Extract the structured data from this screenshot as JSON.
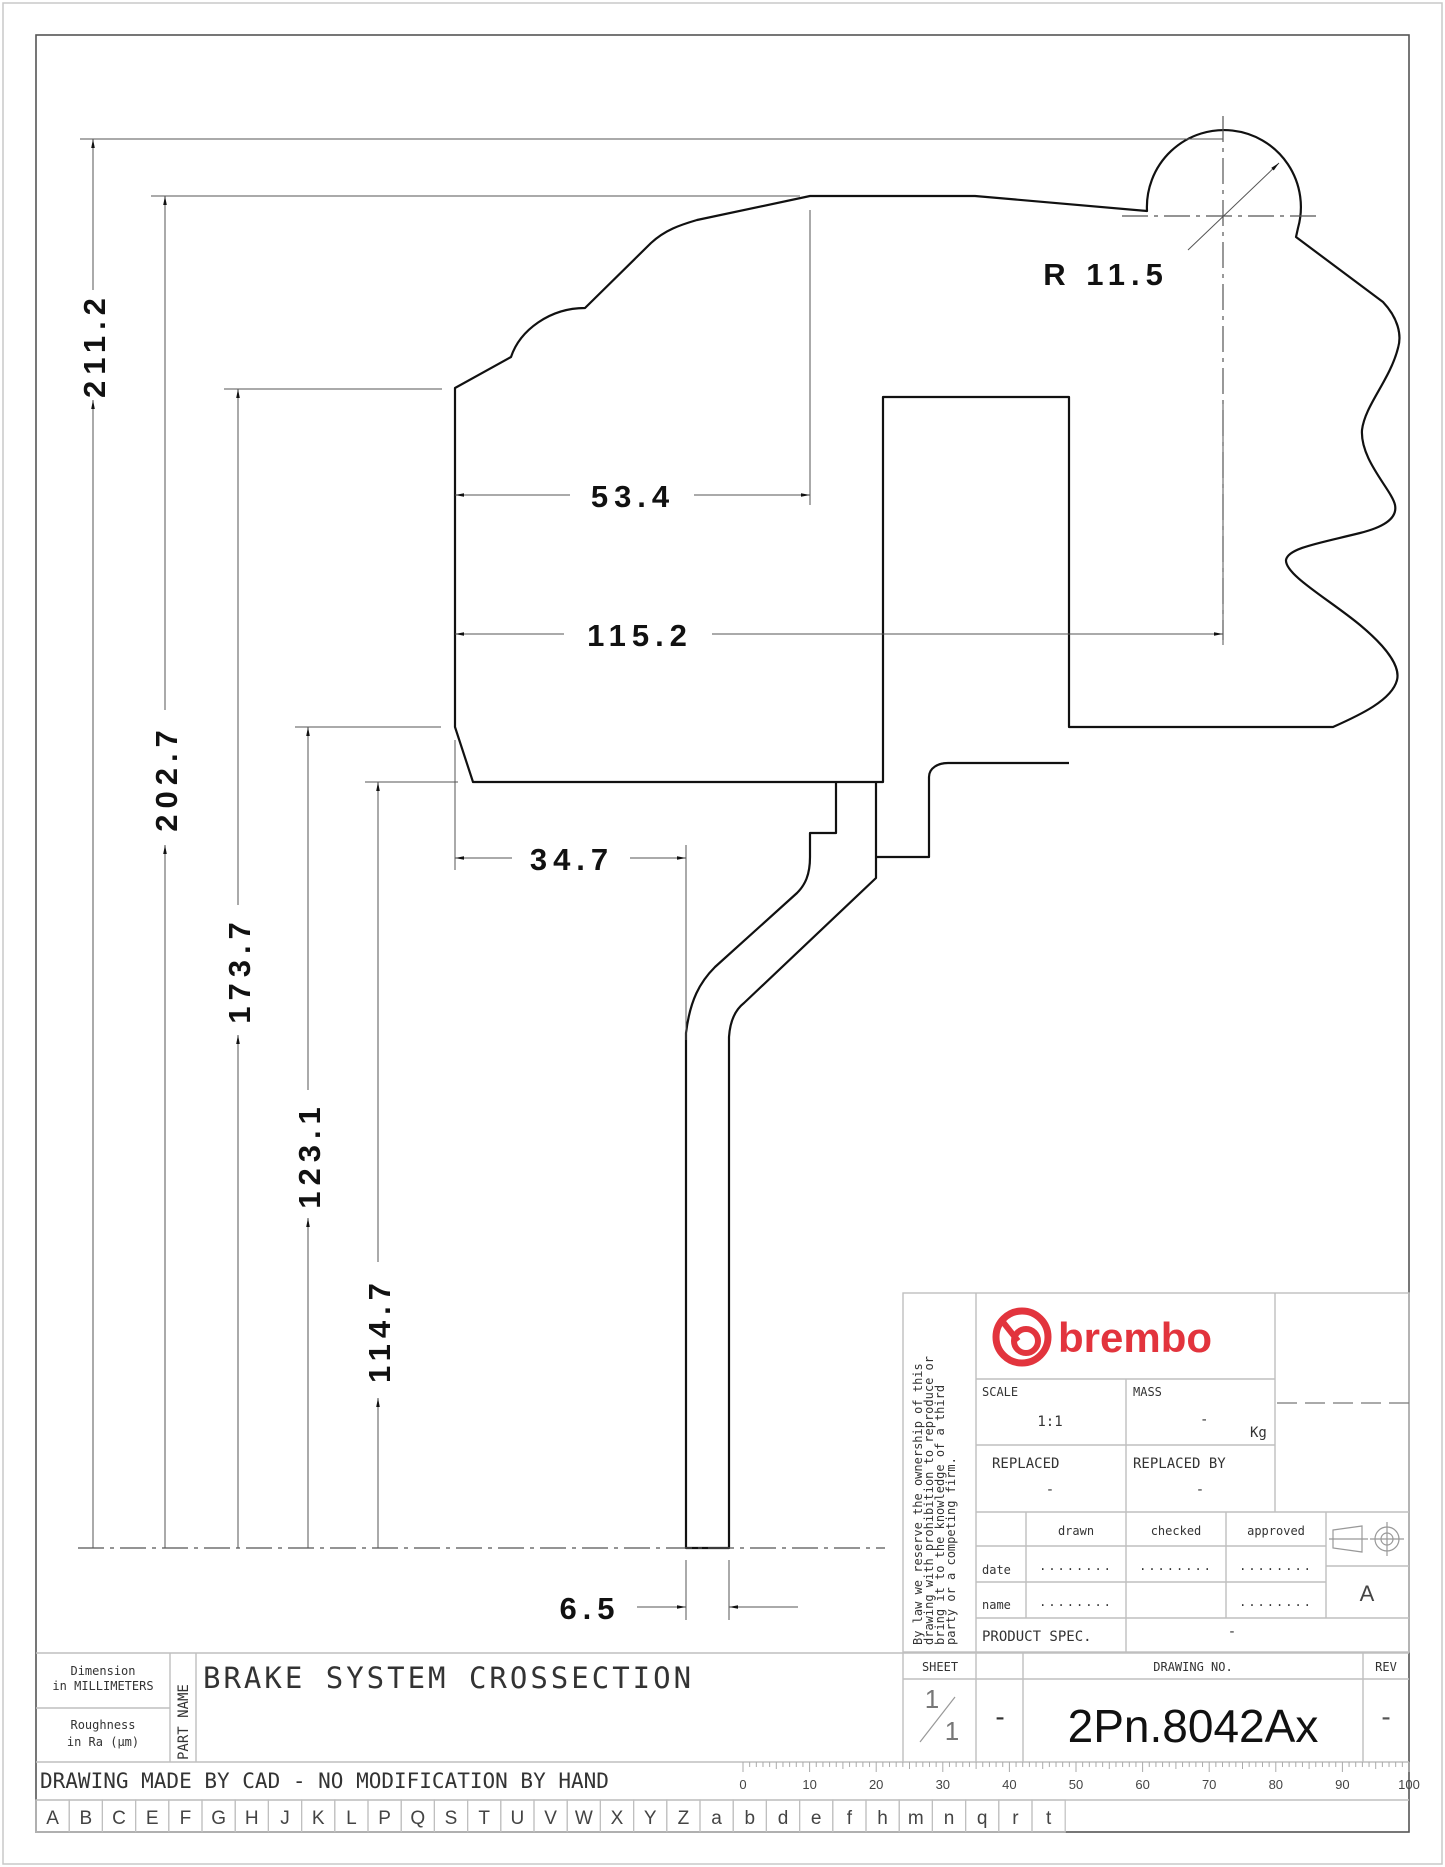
{
  "drawing": {
    "dimensions": {
      "d211": "211.2",
      "d202": "202.7",
      "d173": "173.7",
      "d123": "123.1",
      "d114": "114.7",
      "d53": "53.4",
      "d115": "115.2",
      "d34": "34.7",
      "d6": "6.5",
      "radius": "R 11.5"
    }
  },
  "title_block": {
    "disclaimer": [
      "By law we reserve the ownership of this",
      "drawing with prohibition to reproduce or",
      "bring it to the knowledge of a third",
      "party or a competing firm."
    ],
    "brand": "brembo",
    "brand_color": "#e2343d",
    "scale_label": "SCALE",
    "scale_value": "1:1",
    "mass_label": "MASS",
    "mass_value": "-",
    "mass_unit": "Kg",
    "replaced_label": "REPLACED",
    "replaced_value": "-",
    "replaced_by_label": "REPLACED BY",
    "replaced_by_value": "-",
    "col_drawn": "drawn",
    "col_checked": "checked",
    "col_approved": "approved",
    "row_date": "date",
    "row_name": "name",
    "dots": "........",
    "product_spec_label": "PRODUCT SPEC.",
    "product_spec_value": "-",
    "projection_icon": "first-angle-projection-icon",
    "size_letter": "A",
    "sheet_label": "SHEET",
    "sheet_num": "1",
    "sheet_total": "1",
    "sheet_dash": "-",
    "drawing_no_label": "DRAWING NO.",
    "drawing_no": "2Pn.8042Ax",
    "rev_label": "REV",
    "rev_value": "-"
  },
  "bottom_left": {
    "dimension_line1": "Dimension",
    "dimension_line2": "in MILLIMETERS",
    "roughness_line1": "Roughness",
    "roughness_line2": "in Ra (µm)",
    "part_name_label": "PART NAME",
    "part_name": "BRAKE SYSTEM CROSSECTION",
    "cad_notice": "DRAWING MADE BY CAD - NO MODIFICATION BY HAND"
  },
  "ruler": {
    "labels": [
      "0",
      "10",
      "20",
      "30",
      "40",
      "50",
      "60",
      "70",
      "80",
      "90",
      "100"
    ]
  },
  "letters": [
    "A",
    "B",
    "C",
    "E",
    "F",
    "G",
    "H",
    "J",
    "K",
    "L",
    "P",
    "Q",
    "S",
    "T",
    "U",
    "V",
    "W",
    "X",
    "Y",
    "Z",
    "a",
    "b",
    "d",
    "e",
    "f",
    "h",
    "m",
    "n",
    "q",
    "r",
    "t"
  ]
}
